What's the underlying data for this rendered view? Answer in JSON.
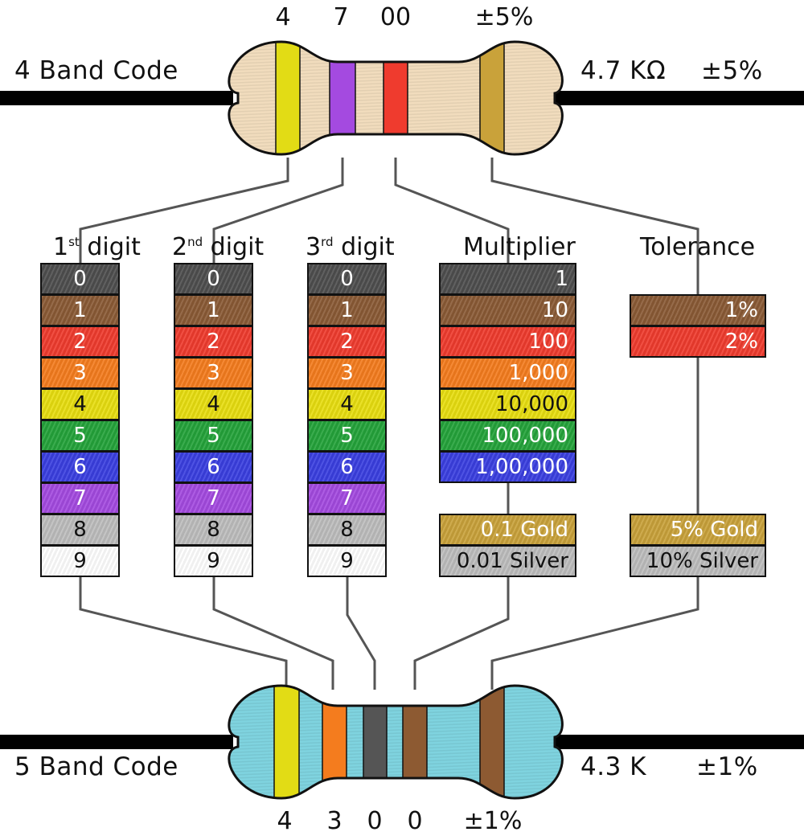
{
  "top_resistor": {
    "label": "4 Band Code",
    "value_text": "4.7 KΩ",
    "tolerance_text": "±5%",
    "band_labels": [
      "4",
      "7",
      "00",
      "±5%"
    ],
    "body_color": "#f1dcbd",
    "bands": [
      "#e2dc15",
      "#a44ae0",
      "#ef3b2e",
      "#c9a23a"
    ]
  },
  "bottom_resistor": {
    "label": "5 Band Code",
    "value_text": "4.3 K",
    "tolerance_text": "±1%",
    "band_labels": [
      "4",
      "3",
      "0",
      "0",
      "±1%"
    ],
    "body_color": "#7fd3df",
    "bands": [
      "#e2dc15",
      "#f47c1e",
      "#555555",
      "#8d5a32",
      "#8d5a32"
    ]
  },
  "columns": {
    "digit1": {
      "header": "1",
      "header_sup": "st",
      "header_rest": "digit"
    },
    "digit2": {
      "header": "2",
      "header_sup": "nd",
      "header_rest": "digit"
    },
    "digit3": {
      "header": "3",
      "header_sup": "rd",
      "header_rest": "digit"
    },
    "multiplier": {
      "header": "Multiplier"
    },
    "tolerance": {
      "header": "Tolerance"
    }
  },
  "digits": [
    {
      "label": "0",
      "color": "#4e4e4e",
      "text_color": "#ffffff"
    },
    {
      "label": "1",
      "color": "#8a5a35",
      "text_color": "#ffffff"
    },
    {
      "label": "2",
      "color": "#ef3b2e",
      "text_color": "#ffffff"
    },
    {
      "label": "3",
      "color": "#f47c1e",
      "text_color": "#ffffff"
    },
    {
      "label": "4",
      "color": "#e8de10",
      "text_color": "#111111"
    },
    {
      "label": "5",
      "color": "#24a33a",
      "text_color": "#ffffff"
    },
    {
      "label": "6",
      "color": "#3a3fe0",
      "text_color": "#ffffff"
    },
    {
      "label": "7",
      "color": "#a44ae0",
      "text_color": "#ffffff"
    },
    {
      "label": "8",
      "color": "#bdbdbd",
      "text_color": "#111111"
    },
    {
      "label": "9",
      "color": "#ffffff",
      "text_color": "#111111"
    }
  ],
  "multipliers": [
    {
      "label": "1",
      "color": "#4e4e4e",
      "text_color": "#ffffff"
    },
    {
      "label": "10",
      "color": "#8a5a35",
      "text_color": "#ffffff"
    },
    {
      "label": "100",
      "color": "#ef3b2e",
      "text_color": "#ffffff"
    },
    {
      "label": "1,000",
      "color": "#f47c1e",
      "text_color": "#ffffff"
    },
    {
      "label": "10,000",
      "color": "#e8de10",
      "text_color": "#111111"
    },
    {
      "label": "100,000",
      "color": "#24a33a",
      "text_color": "#ffffff"
    },
    {
      "label": "1,00,000",
      "color": "#3a3fe0",
      "text_color": "#ffffff"
    }
  ],
  "multiplier_extra": [
    {
      "label": "0.1 Gold",
      "color": "#c9a23a",
      "text_color": "#ffffff"
    },
    {
      "label": "0.01 Silver",
      "color": "#bdbdbd",
      "text_color": "#111111"
    }
  ],
  "tolerances": [
    {
      "label": "1%",
      "color": "#8a5a35",
      "text_color": "#ffffff"
    },
    {
      "label": "2%",
      "color": "#ef3b2e",
      "text_color": "#ffffff"
    }
  ],
  "tolerance_extra": [
    {
      "label": "5% Gold",
      "color": "#c9a23a",
      "text_color": "#ffffff"
    },
    {
      "label": "10% Silver",
      "color": "#bdbdbd",
      "text_color": "#111111"
    }
  ],
  "colors": {
    "lead": "#000000",
    "connector": "#555555",
    "outline": "#111111"
  }
}
